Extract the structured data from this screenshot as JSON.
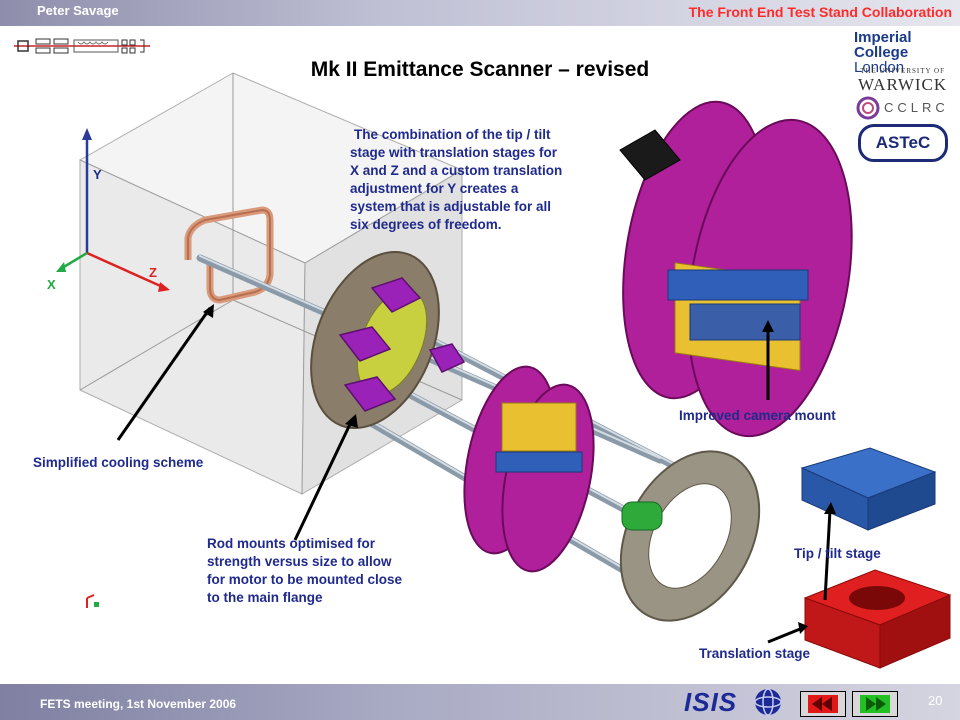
{
  "header": {
    "author": "Peter Savage",
    "collaboration": "The Front End Test Stand Collaboration"
  },
  "title": "Mk II Emittance Scanner – revised",
  "logos": {
    "imperial": [
      "Imperial College",
      "London"
    ],
    "warwick_small": "THE UNIVERSITY OF",
    "warwick": "WARWICK",
    "cclrc": "CCLRC",
    "astec": "ASTeC"
  },
  "axes": {
    "y": "Y",
    "x": "X",
    "z": "Z"
  },
  "description": [
    "The combination of the tip / tilt",
    "stage with translation stages for",
    "X and Z and a custom translation",
    "adjustment for Y creates a",
    "system that is adjustable for all",
    "six degrees of freedom."
  ],
  "labels": {
    "camera_mount": "Improved camera mount",
    "cooling": "Simplified cooling scheme",
    "tip_tilt": "Tip / tilt stage",
    "translation": "Translation stage"
  },
  "rod_mounts": [
    "Rod mounts optimised for",
    "strength versus size to allow",
    "for motor to be mounted close",
    "to the main flange"
  ],
  "footer": {
    "meeting": "FETS meeting, 1st November 2006",
    "isis": "ISIS",
    "page": "20"
  },
  "colors": {
    "label_blue": "#1f2a8c",
    "collab_red": "#ff2b2b",
    "magenta": "#b0209a",
    "header_grad": "#8e8eac"
  }
}
